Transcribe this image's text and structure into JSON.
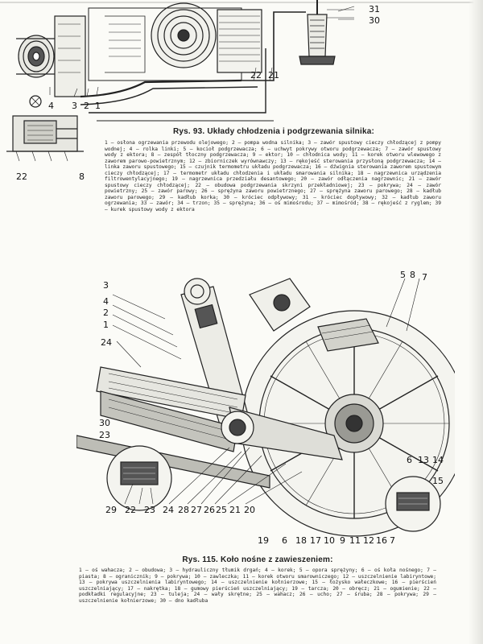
{
  "figures": {
    "fig93": {
      "labels": [
        "4",
        "3",
        "2",
        "1",
        "22",
        "21",
        "31",
        "30",
        "22",
        "8"
      ],
      "caption_title": "Rys. 93. Układy chłodzenia i podgrzewania silnika:",
      "caption_body": "1 — osłona ogrzewania przewodu olejowego; 2 — pompa wodna silnika; 3 — zawór spustowy cieczy chłodzącej z pompy wodnej; 4 — rolka linki; 5 — kocioł podgrzewacza; 6 — uchwyt pokrywy otworu podgrzewacza; 7 — zawór spustowy wody z ektora; 8 — zespół tłoczny podgrzewacza; 9 — ektor; 10 — chłodnica wody; 11 — korek otworu wlewowego z zaworem parowo-powietrznym; 12 — zbiorniczek wyrównawczy; 13 — rękojeść sterowania przysłoną podgrzewacza; 14 — linka zaworu spustowego; 15 — czujnik termometru układu podgrzewacza; 16 — dźwignia sterowania zaworem spustowym cieczy chłodzącej; 17 — termometr układu chłodzenia i układu smarowania silnika; 18 — nagrzewnica urządzenia filtrowentylacyjnego; 19 — nagrzewnica przedziału desantowego; 20 — zawór odłączenia nagrzewnic; 21 — zawór spustowy cieczy chłodzącej; 22 — obudowa podgrzewania skrzyni przekładniowej; 23 — pokrywa; 24 — zawór powietrzny; 25 — zawór parowy; 26 — sprężyna zaworu powietrznego; 27 — sprężyna zaworu parowego; 28 — kadłub zaworu parowego; 29 — kadłub korka; 30 — króciec odpływowy; 31 — króciec dopływowy; 32 — kadłub zaworu ogrzewania; 33 — zawór; 34 — trzon; 35 — sprężyna; 36 — oś mimośrodu; 37 — mimośród; 38 — rękojeść z ryglem; 39 — kurek spustowy wody z ektora"
    },
    "fig115": {
      "labels": [
        "3",
        "4",
        "2",
        "1",
        "24",
        "30",
        "23",
        "5",
        "8",
        "7",
        "29",
        "22",
        "23",
        "24",
        "28",
        "27",
        "26",
        "25",
        "21",
        "20",
        "19",
        "6",
        "18",
        "17",
        "10",
        "9",
        "11",
        "12",
        "16",
        "7",
        "6",
        "13",
        "14",
        "15"
      ],
      "caption_title": "Rys. 115. Koło nośne z zawieszeniem:",
      "caption_body": "1 — oś wahacza; 2 — obudowa; 3 — hydrauliczny tłumik drgań; 4 — korek; 5 — opora sprężyny; 6 — oś koła nośnego; 7 — piasta; 8 — ogranicznik; 9 — pokrywa; 10 — zawleczka; 11 — korek otworu smarowniczego; 12 — uszczelnienie labiryntowe; 13 — pokrywa uszczelnienia labiryntowego; 14 — uszczelnienie kołnierzowe; 15 — łożysko wałeczkowe; 16 — pierścień uszczelniający; 17 — nakrętka; 18 — gumowy pierścień uszczelniający; 19 — tarcza; 20 — obręcz; 21 — ogumienie; 22 — podkładki regulacyjne; 23 — tuleja; 24 — wały skrętne; 25 — wahacz; 26 — ucho; 27 — śruba; 28 — pokrywa; 29 — uszczelnienie kołnierzowe; 30 — dno kadłuba"
    }
  }
}
